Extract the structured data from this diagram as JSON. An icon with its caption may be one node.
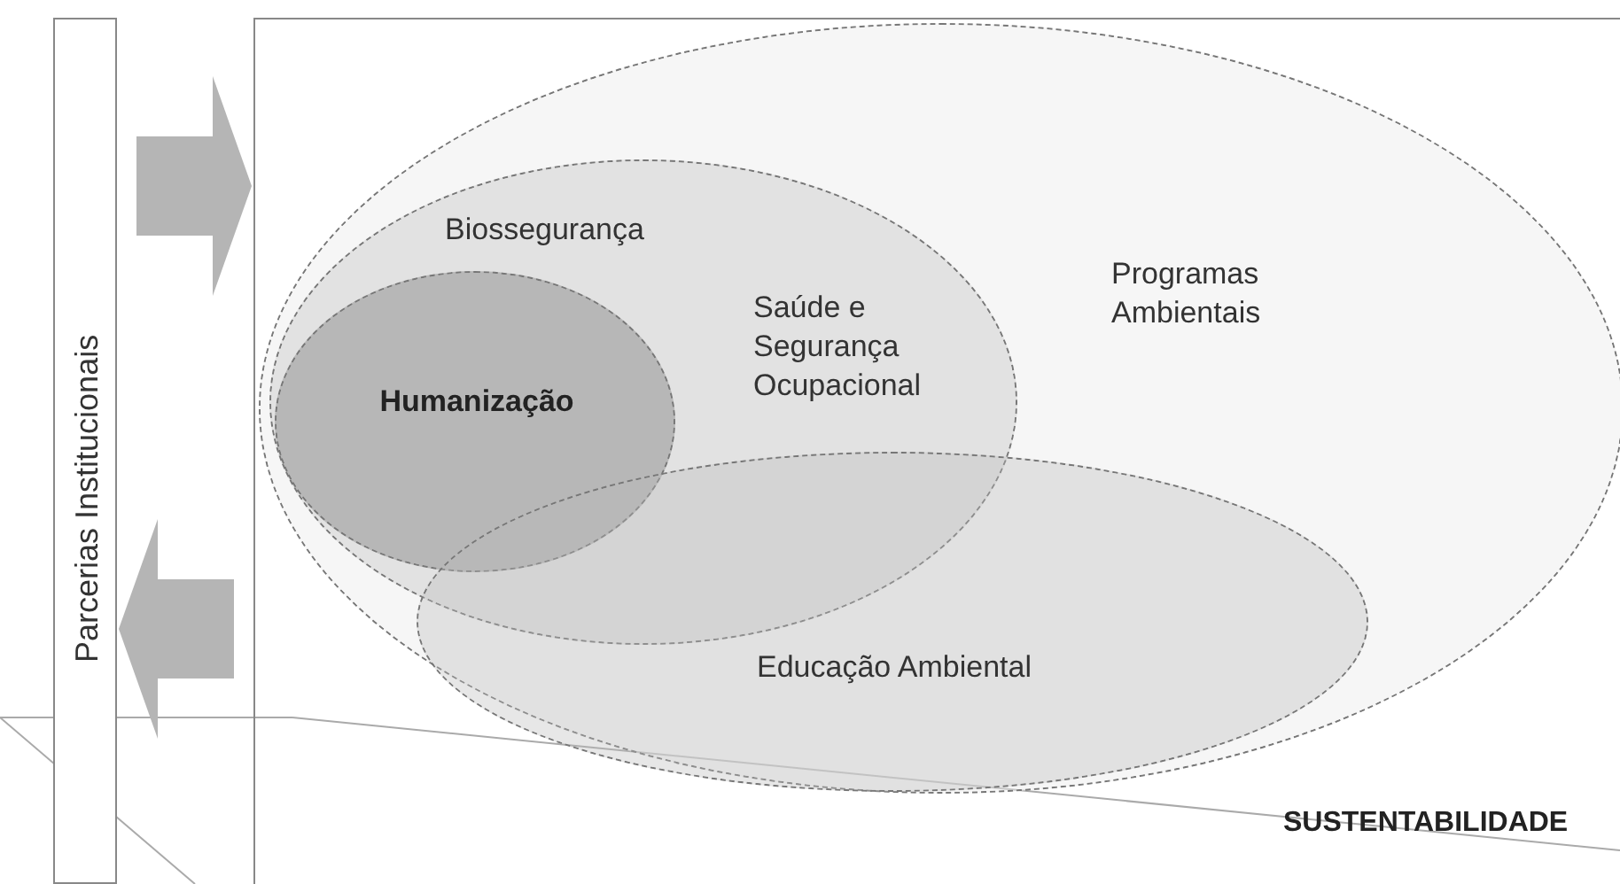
{
  "diagram": {
    "nodes": [
      {
        "text": [
          "Parcerias Institucionais"
        ]
      },
      {
        "text": [
          "SUSTENTABILIDADE"
        ]
      },
      {
        "text": [
          "Programas Ambientais"
        ],
        "in": 1
      },
      {
        "text": [
          "Biossegurança",
          "Saúde e Segurança Ocupacional"
        ],
        "in": 2
      },
      {
        "text": [
          "Humanização"
        ],
        "in": 3
      },
      {
        "text": [
          "Educação Ambiental"
        ],
        "in": 2
      }
    ],
    "edges": [
      {
        "from": 0,
        "to": 1,
        "arrow": "to"
      },
      {
        "from": 1,
        "to": 0,
        "arrow": "to"
      }
    ]
  }
}
